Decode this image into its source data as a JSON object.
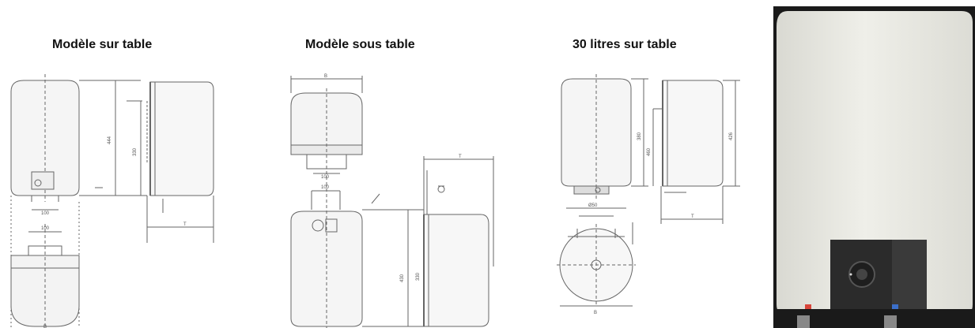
{
  "titles": {
    "panel1": "Modèle sur table",
    "panel2": "Modèle sous table",
    "panel3": "30 litres sur table"
  },
  "dims": {
    "p1_height": "444",
    "p1_inner": "330",
    "p1_spacing": "100",
    "p1_bottom_spacing": "100",
    "p1_width_label": "B",
    "p1_depth_label": "T",
    "p2_width_label": "B",
    "p2_spacing": "100",
    "p2_spacing_lower": "100",
    "p2_height": "430",
    "p2_inner": "330",
    "p2_depth_label": "T",
    "p3_height": "380",
    "p3_inner": "460",
    "p3_side": "426",
    "p3_diam": "Ø50",
    "p3_width_label": "B",
    "p3_depth_label": "T"
  },
  "colors": {
    "line": "#555555",
    "fill_light": "#f2f2f2",
    "photo_bg": "#1a1a1a",
    "body": "#eeeeea",
    "panel": "#2b2b2b",
    "hot": "#d8453a",
    "cold": "#3b6fc9"
  }
}
